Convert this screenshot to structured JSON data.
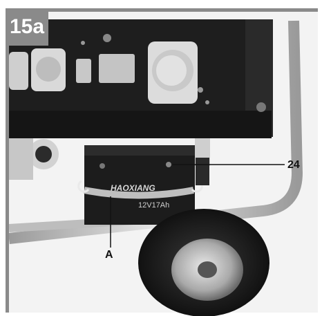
{
  "figure": {
    "step_label": "15a",
    "callouts": {
      "part_24": "24",
      "part_a": "A"
    },
    "battery": {
      "brand": "HAOXIANG",
      "rating": "12V17Ah"
    }
  }
}
